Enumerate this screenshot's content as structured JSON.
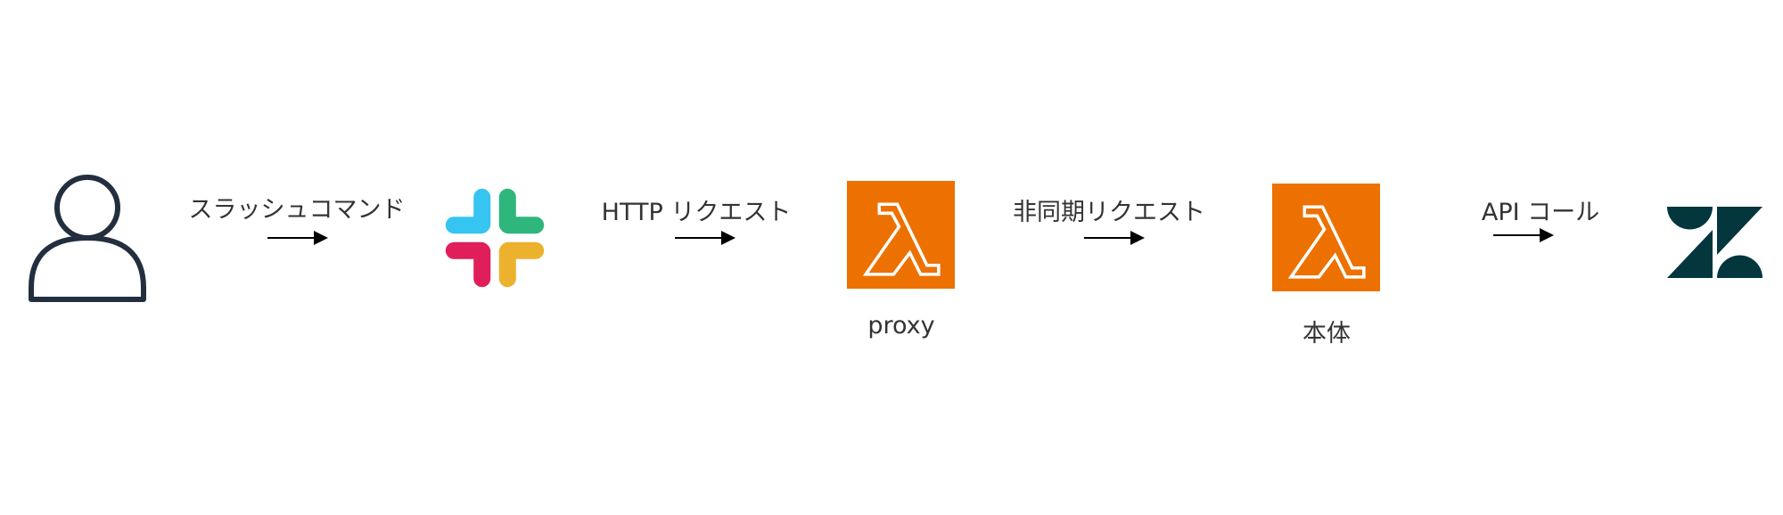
{
  "diagram": {
    "nodes": [
      {
        "id": "user",
        "icon": "user-icon"
      },
      {
        "id": "slack",
        "icon": "slack-logo-icon"
      },
      {
        "id": "proxy",
        "icon": "lambda-icon",
        "label": "proxy"
      },
      {
        "id": "main",
        "icon": "lambda-icon",
        "label": "本体"
      },
      {
        "id": "zendesk",
        "icon": "zendesk-logo-icon"
      }
    ],
    "edges": [
      {
        "from": "user",
        "to": "slack",
        "label": "スラッシュコマンド"
      },
      {
        "from": "slack",
        "to": "proxy",
        "label": "HTTP リクエスト"
      },
      {
        "from": "proxy",
        "to": "main",
        "label": "非同期リクエスト"
      },
      {
        "from": "main",
        "to": "zendesk",
        "label": "API コール"
      }
    ]
  },
  "colors": {
    "lambda": "#ED7100",
    "user_stroke": "#232F3E",
    "zendesk": "#03363D",
    "slack_blue": "#36C5F0",
    "slack_green": "#2EB67D",
    "slack_yellow": "#ECB22E",
    "slack_red": "#E01E5A"
  }
}
